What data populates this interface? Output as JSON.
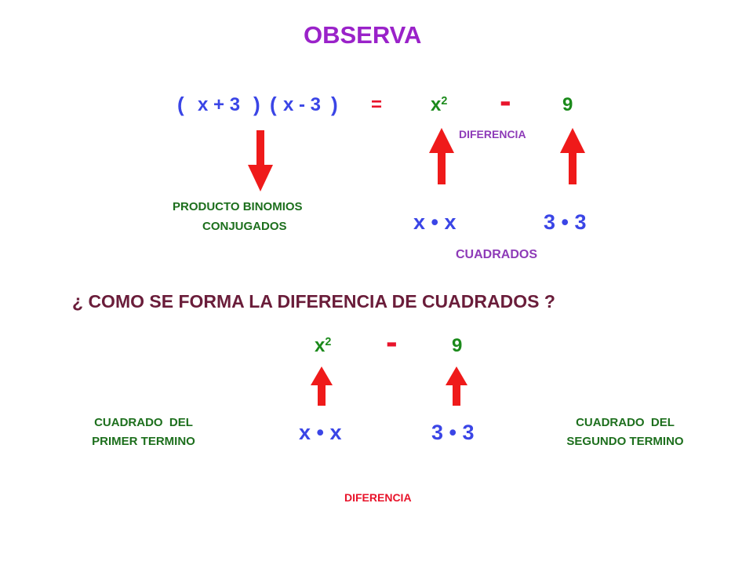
{
  "colors": {
    "title": "#9a22c9",
    "blue": "#3a45e6",
    "green": "#1b8a1b",
    "olive": "#1d6f1d",
    "purple": "#8e3bb8",
    "maroon": "#6a1d3a",
    "red": "#e8132a",
    "arrow": "#ef1a1a"
  },
  "title": "OBSERVA",
  "top": {
    "paren_open_1": "(",
    "binomial_1": "x + 3",
    "paren_close_1": ")",
    "paren_open_2": "(",
    "binomial_2": "x - 3",
    "paren_close_2": ")",
    "equals": "=",
    "square_base": "x",
    "square_exp": "2",
    "minus": "-",
    "constant": "9",
    "difference_label": "DIFERENCIA",
    "product_label_line1": "PRODUCTO BINOMIOS",
    "product_label_line2": "CONJUGADOS",
    "product_1": "x • x",
    "product_2": "3 • 3",
    "squares_label": "CUADRADOS"
  },
  "question": "¿ COMO SE FORMA LA DIFERENCIA DE CUADRADOS ?",
  "bottom": {
    "square_base": "x",
    "square_exp": "2",
    "minus": "-",
    "constant": "9",
    "left_label_line1": "CUADRADO  DEL",
    "left_label_line2": "PRIMER TERMINO",
    "product_1": "x • x",
    "product_2": "3 • 3",
    "right_label_line1": "CUADRADO  DEL",
    "right_label_line2": "SEGUNDO TERMINO",
    "difference_label": "DIFERENCIA"
  }
}
